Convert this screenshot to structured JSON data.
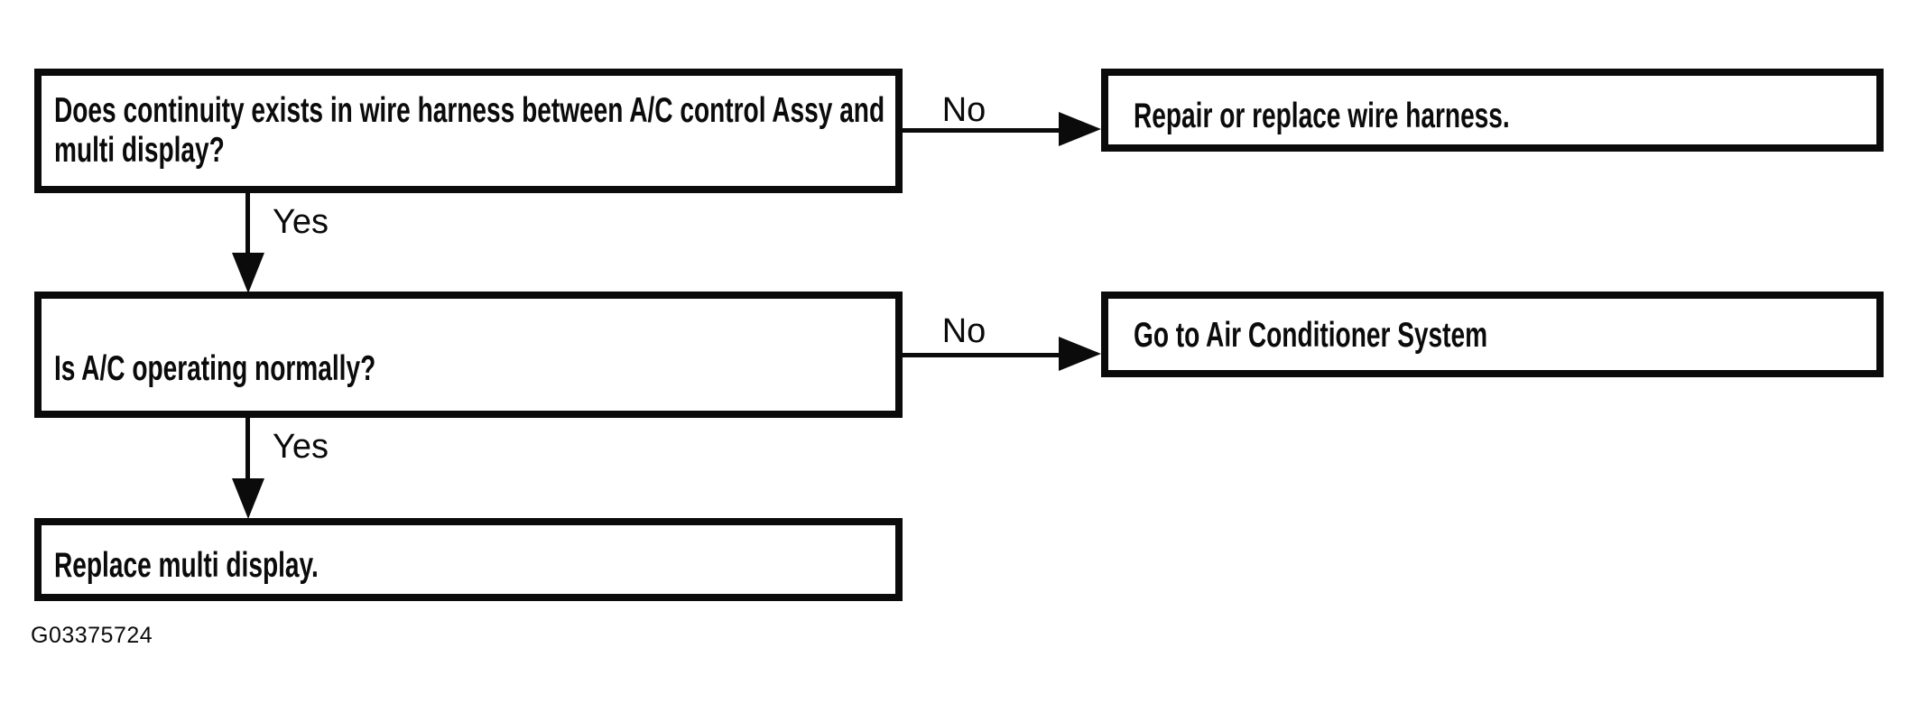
{
  "flowchart": {
    "nodes": [
      {
        "id": "q1",
        "kind": "question",
        "lines": [
          "Does continuity exists in wire harness between A/C control Assy and",
          "multi display?"
        ]
      },
      {
        "id": "r1",
        "kind": "result",
        "lines": [
          "Repair or replace wire harness."
        ]
      },
      {
        "id": "q2",
        "kind": "question",
        "lines": [
          "Is A/C operating normally?"
        ]
      },
      {
        "id": "r2",
        "kind": "result",
        "lines": [
          "Go to Air Conditioner System"
        ]
      },
      {
        "id": "r3",
        "kind": "result",
        "lines": [
          "Replace multi display."
        ]
      }
    ],
    "edges": [
      {
        "from": "q1",
        "to": "r1",
        "label": "No",
        "direction": "right"
      },
      {
        "from": "q1",
        "to": "q2",
        "label": "Yes",
        "direction": "down"
      },
      {
        "from": "q2",
        "to": "r2",
        "label": "No",
        "direction": "right"
      },
      {
        "from": "q2",
        "to": "r3",
        "label": "Yes",
        "direction": "down"
      }
    ],
    "figure_code": "G03375724"
  },
  "colors": {
    "ink": "#0b0b0b",
    "paper": "#ffffff"
  }
}
